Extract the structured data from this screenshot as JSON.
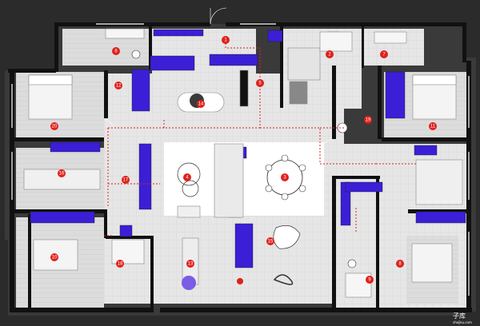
{
  "plan": {
    "room_markers": [
      {
        "id": "m1",
        "label": "1"
      },
      {
        "id": "m2",
        "label": "2"
      },
      {
        "id": "m3",
        "label": "3"
      },
      {
        "id": "m4",
        "label": "4"
      },
      {
        "id": "m5",
        "label": "5"
      },
      {
        "id": "m6",
        "label": "6"
      },
      {
        "id": "m7",
        "label": "7"
      },
      {
        "id": "m8",
        "label": "8"
      },
      {
        "id": "m9",
        "label": "9"
      },
      {
        "id": "m10",
        "label": "10"
      },
      {
        "id": "m11",
        "label": "11"
      },
      {
        "id": "m12",
        "label": "12"
      },
      {
        "id": "m13",
        "label": "13"
      },
      {
        "id": "m14",
        "label": "14"
      },
      {
        "id": "m15",
        "label": "15"
      },
      {
        "id": "m16",
        "label": "16"
      },
      {
        "id": "m17",
        "label": "17"
      },
      {
        "id": "m18",
        "label": "18"
      },
      {
        "id": "m19",
        "label": "19"
      },
      {
        "id": "m20",
        "label": "20"
      }
    ],
    "colors": {
      "background": "#2b2b2b",
      "wall": "#111111",
      "floor": "#d9d9d9",
      "floor_light": "#ececec",
      "accent_furniture": "#3a1fd6",
      "path_line": "#e0201a",
      "marker": "#e0201a"
    }
  },
  "watermark": {
    "logo_text": "子库",
    "url_text": "shejiku.com"
  }
}
